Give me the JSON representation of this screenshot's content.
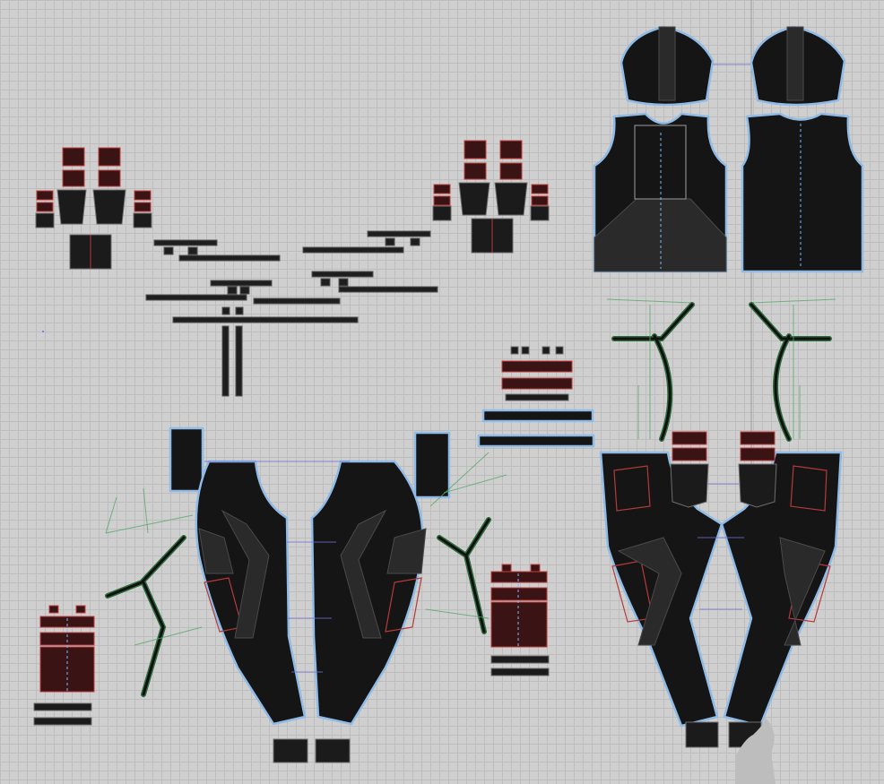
{
  "workspace": {
    "colors": {
      "background": "#cfcfcf",
      "grid": "#bdbdbd",
      "pattern_fill": "#151515",
      "pattern_outline": "#8fbbe6",
      "seam": "#7fb6ff",
      "accent_trim": "#c23d3d",
      "strap_outline": "#58a86a"
    },
    "pieces": [
      "sleeve-top-left",
      "sleeve-top-right",
      "vest-front",
      "vest-back",
      "pants-front-left",
      "pants-front-right",
      "pants-back-left",
      "pants-back-right",
      "harness-left",
      "harness-right",
      "strap-bars",
      "pouches",
      "cuffs"
    ]
  }
}
